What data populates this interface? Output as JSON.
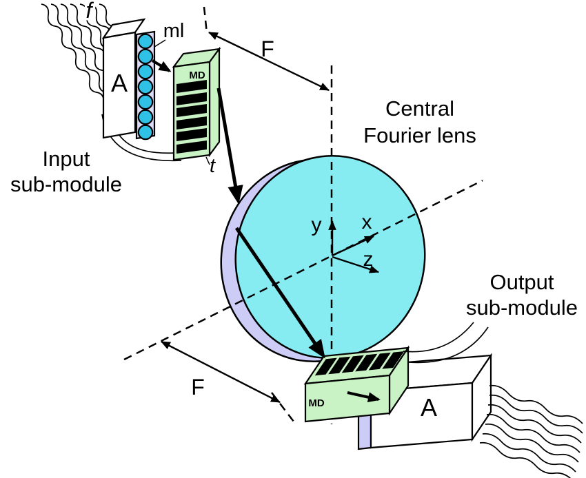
{
  "colors": {
    "outline": "#000000",
    "lens_face": "#86ecf2",
    "lens_rim": "#ccccf7",
    "module_green": "#c9f3c5",
    "microlens_blue": "#2fc1e6",
    "array_strip": "#dcdcf8",
    "box_white": "#ffffff"
  },
  "labels": {
    "input_fibers": "f",
    "microlens_array": "ml",
    "input_amplifier": "A",
    "input_modulator": "MD",
    "modulator_transmittance": "t",
    "upper_focal_distance": "F",
    "lower_focal_distance": "F",
    "axis_x": "x",
    "axis_y": "y",
    "axis_z": "z",
    "output_modulator": "MD",
    "output_amplifier": "A"
  },
  "captions": {
    "central_lens_line1": "Central",
    "central_lens_line2": "Fourier lens",
    "input_module_line1": "Input",
    "input_module_line2": "sub-module",
    "output_module_line1": "Output",
    "output_module_line2": "sub-module"
  }
}
